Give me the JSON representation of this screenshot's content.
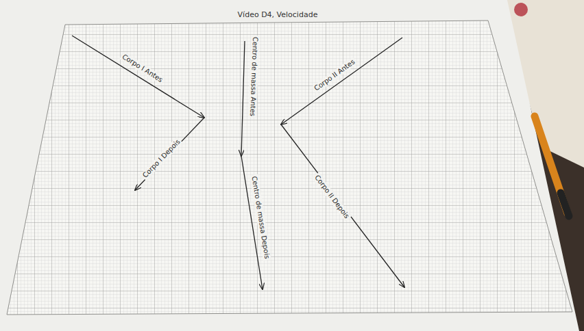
{
  "diagram": {
    "title": "Vídeo D4, Velocidade",
    "labels": [
      "Corpo I Antes",
      "Corpo I Depois",
      "Centro de massa Antes",
      "Centro de massa Depois",
      "Corpo II Antes",
      "Corpo II Depois"
    ]
  }
}
